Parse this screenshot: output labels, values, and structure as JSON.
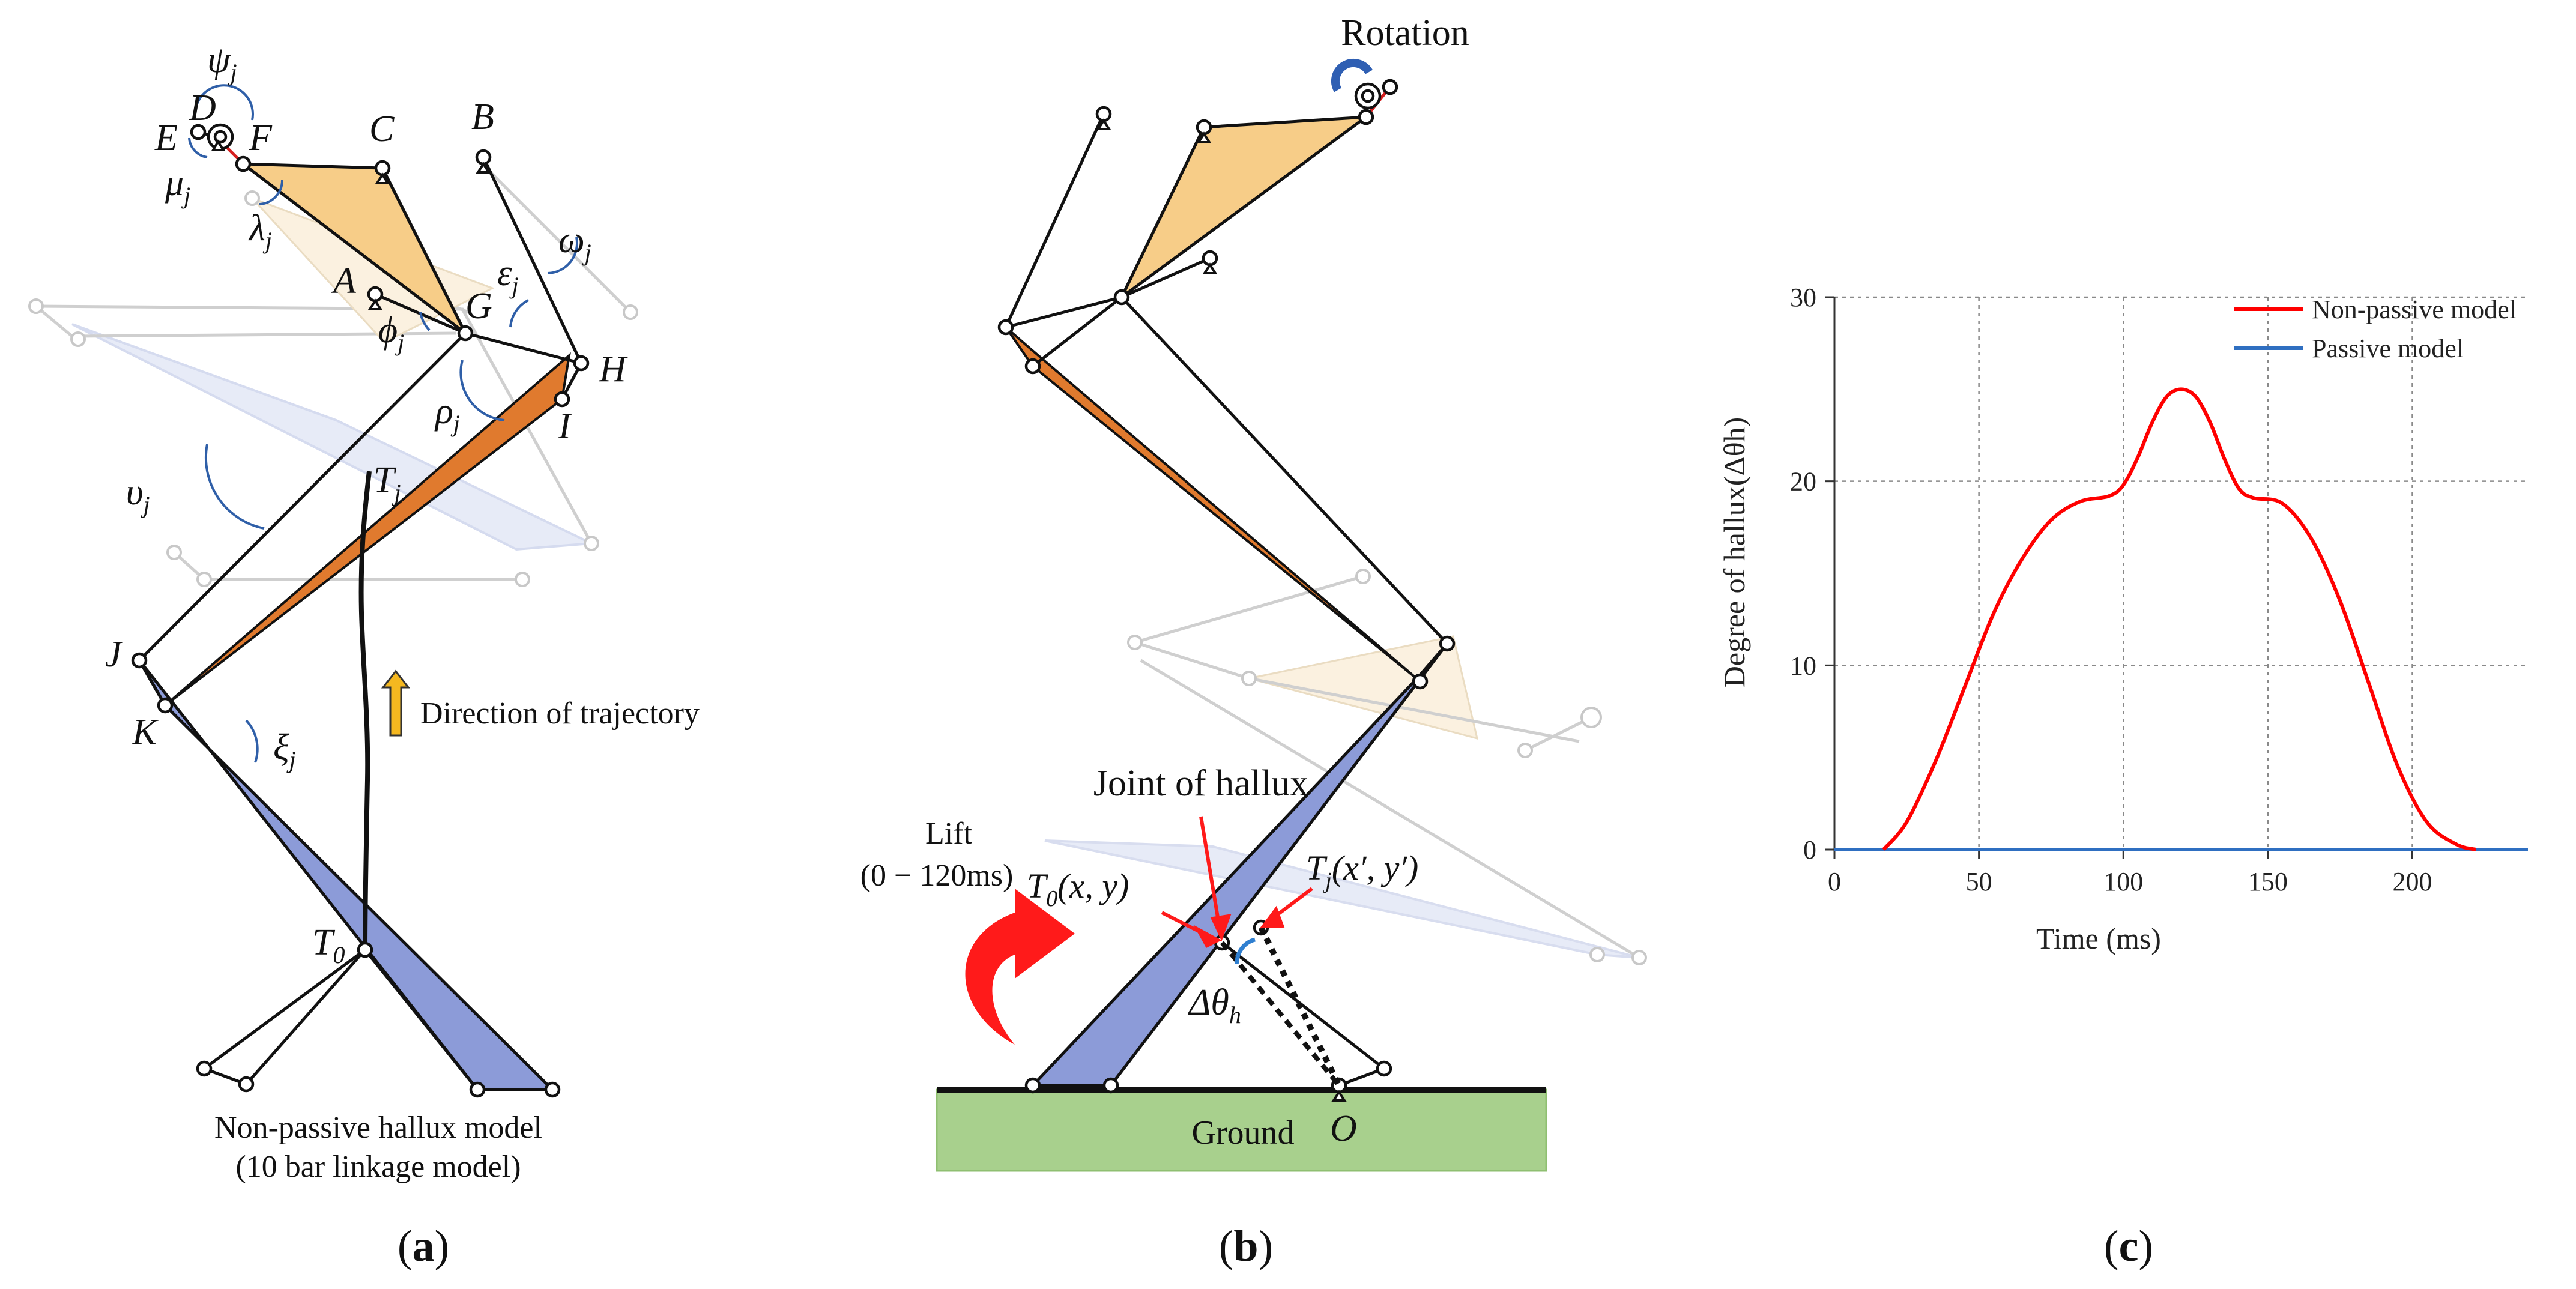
{
  "panel_a": {
    "labels": {
      "E": "E",
      "D": "D",
      "F": "F",
      "C": "C",
      "B": "B",
      "A": "A",
      "G": "G",
      "H": "H",
      "I": "I",
      "J": "J",
      "K": "K",
      "Tj": "T",
      "Tj_sub": "j",
      "T0": "T",
      "T0_sub": "0",
      "psi": "ψ",
      "mu": "μ",
      "lambda": "λ",
      "phi": "ϕ",
      "epsilon": "ε",
      "omega": "ω",
      "rho": "ρ",
      "upsilon": "υ",
      "xi": "ξ",
      "sub_j": "j"
    },
    "legend_text": "Direction of trajectory",
    "caption_line1": "Non-passive hallux model",
    "caption_line2": "(10 bar linkage model)",
    "panel_label": "(a)",
    "panel_letter": "a",
    "colors": {
      "triangle_cfg": "#f7cd88",
      "link_hi": "#e07a2e",
      "foot": "#8c9bd8",
      "ghost_blue": "#e7ebf7",
      "arrow_gold": "#f5b820"
    }
  },
  "panel_b": {
    "title": "Rotation",
    "joint_of_hallux": "Joint of hallux",
    "lift_line1": "Lift",
    "lift_line2": "(0 − 120ms)",
    "t0_label": "T",
    "t0_sub": "0",
    "t0_coords": "(x, y)",
    "tj_label": "T",
    "tj_sub": "j",
    "tj_coords": "(x′, y′)",
    "delta_theta": "Δθ",
    "delta_sub": "h",
    "ground": "Ground",
    "origin": "O",
    "panel_label": "(b)",
    "panel_letter": "b",
    "colors": {
      "ground": "#a8d08d",
      "red": "#ff1a1a",
      "rot_blue": "#2f5fb3"
    }
  },
  "panel_c": {
    "panel_label": "(c)",
    "panel_letter": "c",
    "chart_data": {
      "type": "line",
      "xlabel": "Time (ms)",
      "ylabel": "Degree of hallux(Δθh)",
      "xlim": [
        0,
        240
      ],
      "ylim": [
        0,
        30
      ],
      "xticks": [
        0,
        50,
        100,
        150,
        200
      ],
      "yticks": [
        0,
        10,
        20,
        30
      ],
      "grid": true,
      "legend_position": "top-right",
      "series": [
        {
          "name": "Non-passive model",
          "color": "#ff0000",
          "x": [
            17,
            25,
            35,
            45,
            55,
            65,
            75,
            85,
            95,
            100,
            105,
            110,
            115,
            120,
            125,
            130,
            135,
            140,
            145,
            155,
            165,
            175,
            185,
            195,
            205,
            215,
            222
          ],
          "y": [
            0,
            1.5,
            4.8,
            8.8,
            12.8,
            15.8,
            17.9,
            18.9,
            19.2,
            19.8,
            21.3,
            23.2,
            24.6,
            25.0,
            24.6,
            23.2,
            21.2,
            19.6,
            19.1,
            18.8,
            16.9,
            13.5,
            9.0,
            4.5,
            1.5,
            0.3,
            0
          ]
        },
        {
          "name": "Passive model",
          "color": "#2f6fc1",
          "x": [
            0,
            240
          ],
          "y": [
            0,
            0
          ]
        }
      ]
    }
  }
}
